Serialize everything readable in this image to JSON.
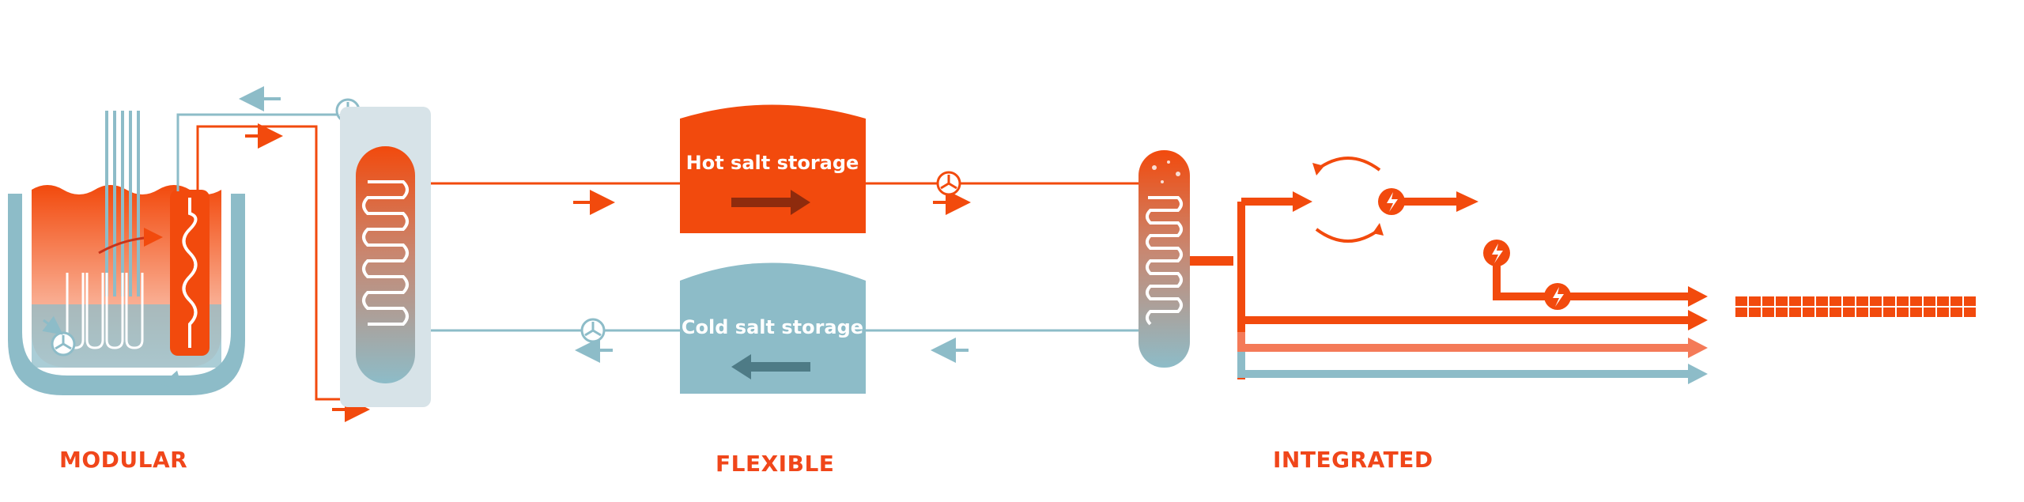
{
  "colors": {
    "hot": "#f24a0d",
    "hot_light": "#f47a58",
    "cold": "#8dbcc8",
    "cold_dark": "#4e7b86",
    "panel": "#d7e3e8"
  },
  "storage": {
    "hot_label": "Hot salt storage",
    "cold_label": "Cold salt storage"
  },
  "captions": {
    "modular": "MODULAR",
    "flexible": "FLEXIBLE",
    "integrated": "INTEGRATED"
  },
  "icons": [
    "pump-icon",
    "lightning-icon",
    "arrow-icon"
  ]
}
